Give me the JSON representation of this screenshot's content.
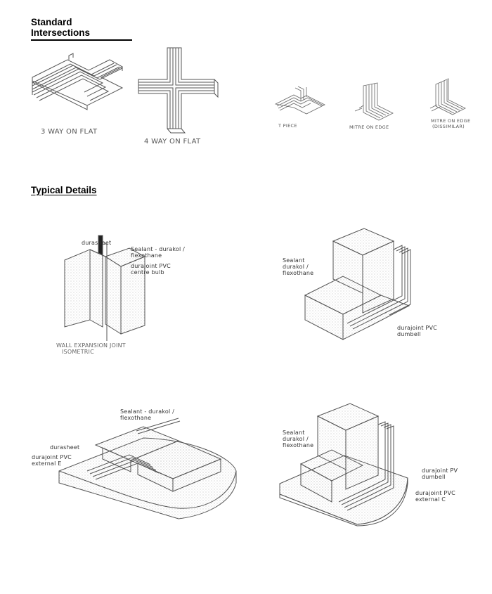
{
  "headings": {
    "standard": "Standard Intersections",
    "typical": "Typical Details"
  },
  "intersections": [
    {
      "caption": "3 WAY ON FLAT"
    },
    {
      "caption": "4 WAY ON FLAT"
    },
    {
      "caption": "T PIECE"
    },
    {
      "caption": "MITRE ON EDGE"
    },
    {
      "caption_line1": "MITRE ON EDGE",
      "caption_line2": "(DISSIMILAR)"
    }
  ],
  "details": {
    "wall": {
      "durasheet": "durasheet",
      "sealant_line1": "Sealant - durakol /",
      "sealant_line2": "flexothane",
      "joint_line1": "durajoint PVC",
      "joint_line2": "centre bulb",
      "caption_line1": "WALL EXPANSION JOINT",
      "caption_line2": "ISOMETRIC"
    },
    "corner_top": {
      "sealant_line1": "Sealant",
      "sealant_line2": "durakol /",
      "sealant_line3": "flexothane",
      "joint_line1": "durajoint PVC",
      "joint_line2": "dumbell"
    },
    "floor": {
      "sealant_line1": "Sealant - durakol /",
      "sealant_line2": "flexothane",
      "durasheet": "durasheet",
      "joint_line1": "durajoint PVC",
      "joint_line2": "external E"
    },
    "corner_bottom": {
      "sealant_line1": "Sealant",
      "sealant_line2": "durakol /",
      "sealant_line3": "flexothane",
      "joint1_line1": "durajoint PV",
      "joint1_line2": "dumbell",
      "joint2_line1": "durajoint PVC",
      "joint2_line2": "external C"
    }
  }
}
